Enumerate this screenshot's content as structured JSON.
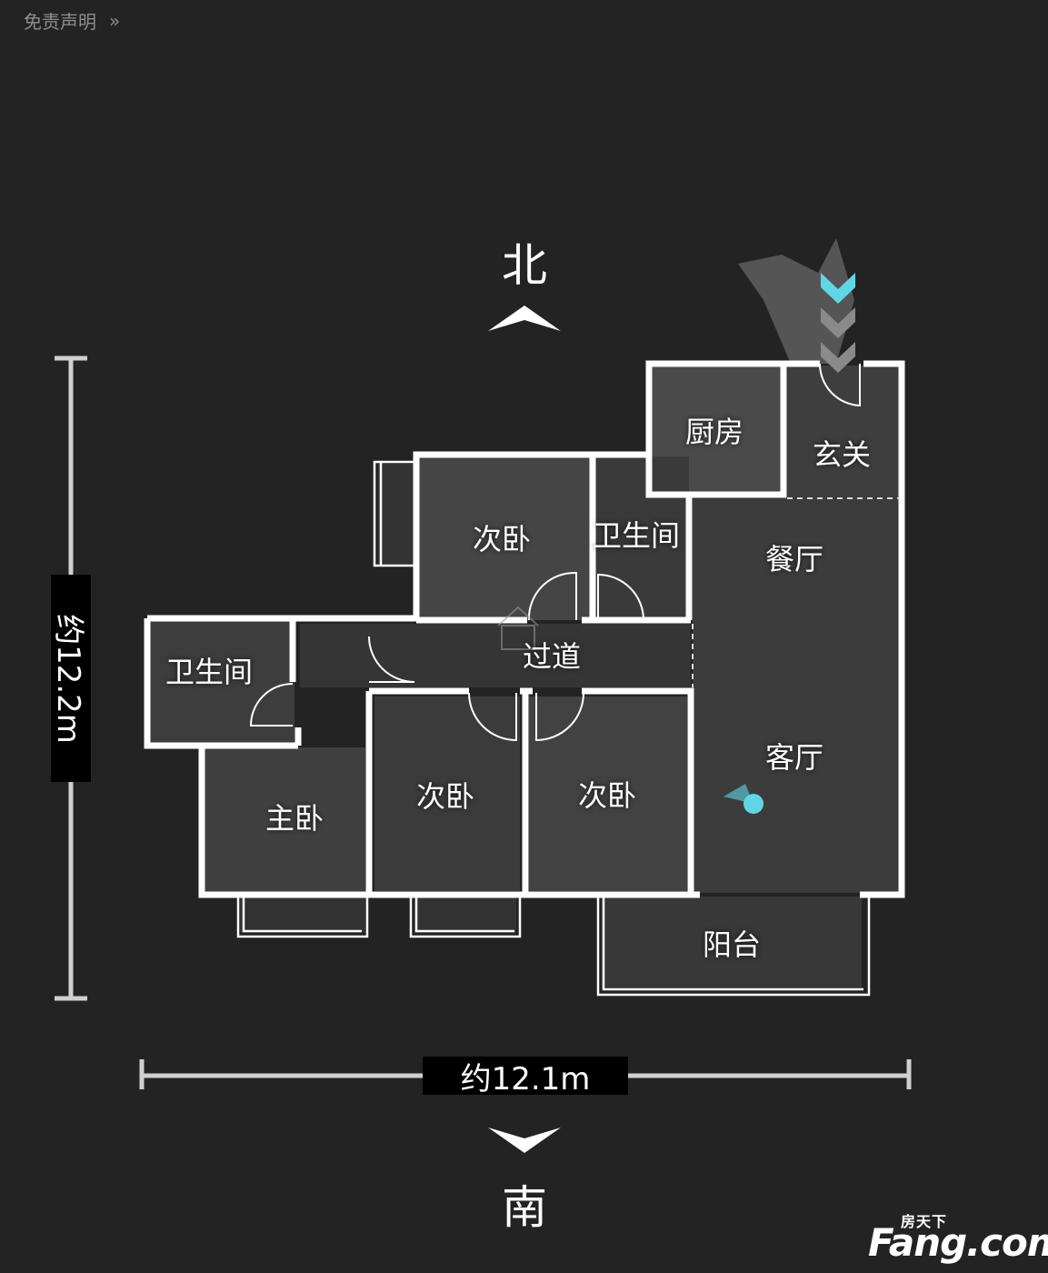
{
  "header": {
    "disclaimer_label": "免责声明"
  },
  "compass": {
    "north": "北",
    "south": "南"
  },
  "dimensions": {
    "height": "约12.2m",
    "width": "约12.1m"
  },
  "rooms": [
    {
      "name": "kitchen",
      "label": "厨房"
    },
    {
      "name": "entrance",
      "label": "玄关"
    },
    {
      "name": "bedroom-north",
      "label": "次卧"
    },
    {
      "name": "bathroom-north",
      "label": "卫生间"
    },
    {
      "name": "dining",
      "label": "餐厅"
    },
    {
      "name": "bathroom-west",
      "label": "卫生间"
    },
    {
      "name": "corridor",
      "label": "过道"
    },
    {
      "name": "living",
      "label": "客厅"
    },
    {
      "name": "master-bedroom",
      "label": "主卧"
    },
    {
      "name": "bedroom-south-1",
      "label": "次卧"
    },
    {
      "name": "bedroom-south-2",
      "label": "次卧"
    },
    {
      "name": "balcony",
      "label": "阳台"
    }
  ],
  "brand": {
    "cn": "房天下",
    "en": "Fang.com"
  },
  "colors": {
    "background": "#232323",
    "wall": "#ffffff",
    "accent": "#5fd6e6",
    "room_fill": "#3a3a3a"
  }
}
